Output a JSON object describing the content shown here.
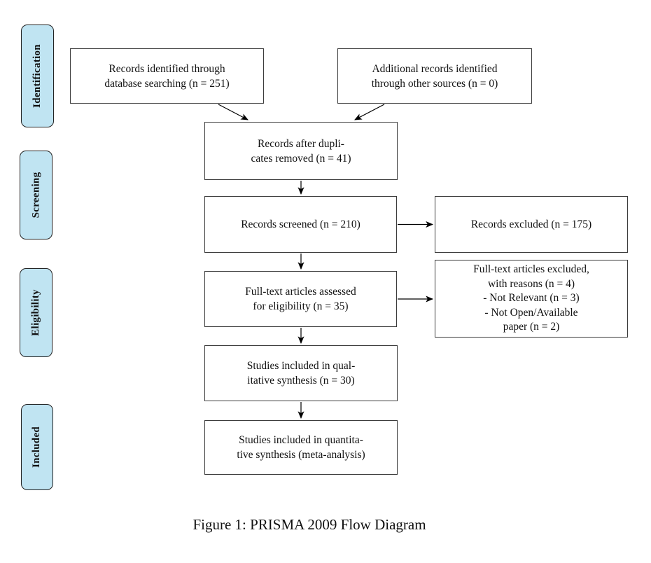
{
  "figure": {
    "caption": "Figure 1: PRISMA 2009 Flow Diagram"
  },
  "stages": [
    {
      "label": "Identification"
    },
    {
      "label": "Screening"
    },
    {
      "label": "Eligibility"
    },
    {
      "label": "Included"
    }
  ],
  "boxes": {
    "identified": "Records identified through\ndatabase searching (n = 251)",
    "additional": "Additional records identified\nthrough other sources (n = 0)",
    "deduplicated": "Records after dupli-\ncates removed (n = 41)",
    "screened": "Records screened (n = 210)",
    "excluded": "Records excluded (n = 175)",
    "fulltext_assessed": "Full-text articles assessed\nfor eligibility (n = 35)",
    "fulltext_excluded": "Full-text articles excluded,\nwith reasons (n = 4)\n- Not Relevant (n = 3)\n- Not Open/Available\npaper (n = 2)",
    "qualitative": "Studies included in qual-\nitative synthesis (n = 30)",
    "quantitative": "Studies included in quantita-\ntive synthesis (meta-analysis)"
  },
  "counts": {
    "identified": 251,
    "additional": 0,
    "after_duplicates": 41,
    "screened": 210,
    "excluded": 175,
    "fulltext_assessed": 35,
    "fulltext_excluded": 4,
    "not_relevant": 3,
    "not_open_available": 2,
    "qualitative": 30
  },
  "colors": {
    "stage_fill": "#c0e4f2",
    "stage_border": "#222222",
    "box_border": "#3c3c3c",
    "text": "#111111",
    "bg": "#ffffff"
  }
}
